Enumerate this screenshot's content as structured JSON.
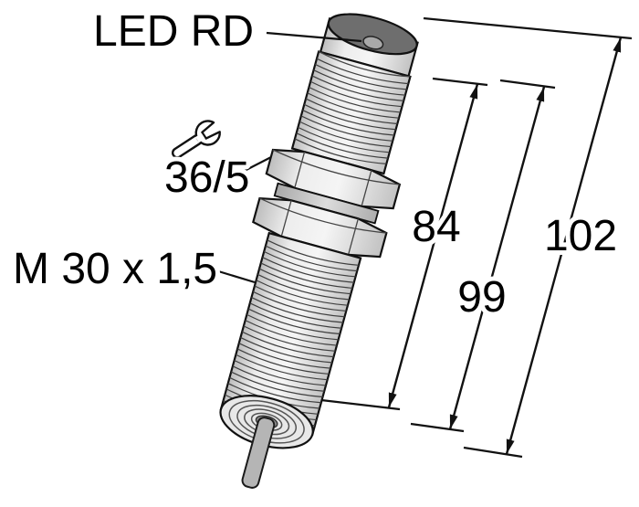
{
  "diagram": {
    "callouts": {
      "led": "LED RD",
      "wrench_size": "36/5",
      "thread_spec": "M 30 x 1,5"
    },
    "dimensions": {
      "d84": "84",
      "d99": "99",
      "d102": "102"
    },
    "colors": {
      "outline": "#111111",
      "metal_light": "#f2f2f2",
      "metal_dark": "#bfbfbf",
      "top_face": "#6e6e6e",
      "led_dot": "#a8a8a8",
      "cable": "#b5b5b5",
      "background": "#ffffff"
    }
  }
}
